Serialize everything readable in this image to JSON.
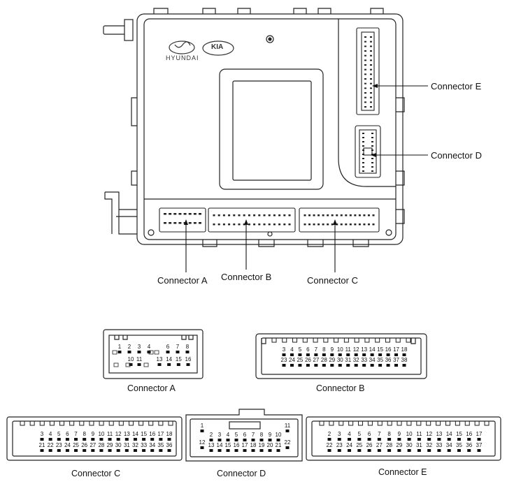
{
  "module": {
    "brand_left": "HYUNDAI",
    "brand_right": "KIA"
  },
  "callouts": {
    "connector_e": "Connector E",
    "connector_d": "Connector D",
    "connector_a": "Connector A",
    "connector_b": "Connector B",
    "connector_c": "Connector C"
  },
  "pinouts": {
    "a": {
      "caption": "Connector A",
      "top_pins": [
        "1",
        "2",
        "3",
        "4",
        "6",
        "7",
        "8"
      ],
      "bottom_pins": [
        "10",
        "11",
        "13",
        "14",
        "15",
        "16"
      ]
    },
    "b": {
      "caption": "Connector B",
      "top_pins": [
        "3",
        "4",
        "5",
        "6",
        "7",
        "8",
        "9",
        "10",
        "11",
        "12",
        "13",
        "14",
        "15",
        "16",
        "17",
        "18"
      ],
      "bottom_pins": [
        "23",
        "24",
        "25",
        "26",
        "27",
        "28",
        "29",
        "30",
        "31",
        "32",
        "33",
        "34",
        "35",
        "36",
        "37",
        "38"
      ]
    },
    "c": {
      "caption": "Connector C",
      "top_pins": [
        "3",
        "4",
        "5",
        "6",
        "7",
        "8",
        "9",
        "10",
        "11",
        "12",
        "13",
        "14",
        "15",
        "16",
        "17",
        "18"
      ],
      "bottom_pins": [
        "21",
        "22",
        "23",
        "24",
        "25",
        "26",
        "27",
        "28",
        "29",
        "30",
        "31",
        "32",
        "33",
        "34",
        "35",
        "36"
      ]
    },
    "d": {
      "caption": "Connector D",
      "top_pins": [
        "2",
        "3",
        "4",
        "5",
        "6",
        "7",
        "8",
        "9",
        "10"
      ],
      "bottom_pins": [
        "13",
        "14",
        "15",
        "16",
        "17",
        "18",
        "19",
        "20",
        "21"
      ],
      "left_pins": [
        "1",
        "12"
      ],
      "right_pins": [
        "11",
        "22"
      ]
    },
    "e": {
      "caption": "Connector E",
      "top_pins": [
        "2",
        "3",
        "4",
        "5",
        "6",
        "7",
        "8",
        "9",
        "10",
        "11",
        "12",
        "13",
        "14",
        "15",
        "16",
        "17"
      ],
      "bottom_pins": [
        "22",
        "23",
        "24",
        "25",
        "26",
        "27",
        "28",
        "29",
        "30",
        "31",
        "32",
        "33",
        "34",
        "35",
        "36",
        "37"
      ]
    }
  }
}
